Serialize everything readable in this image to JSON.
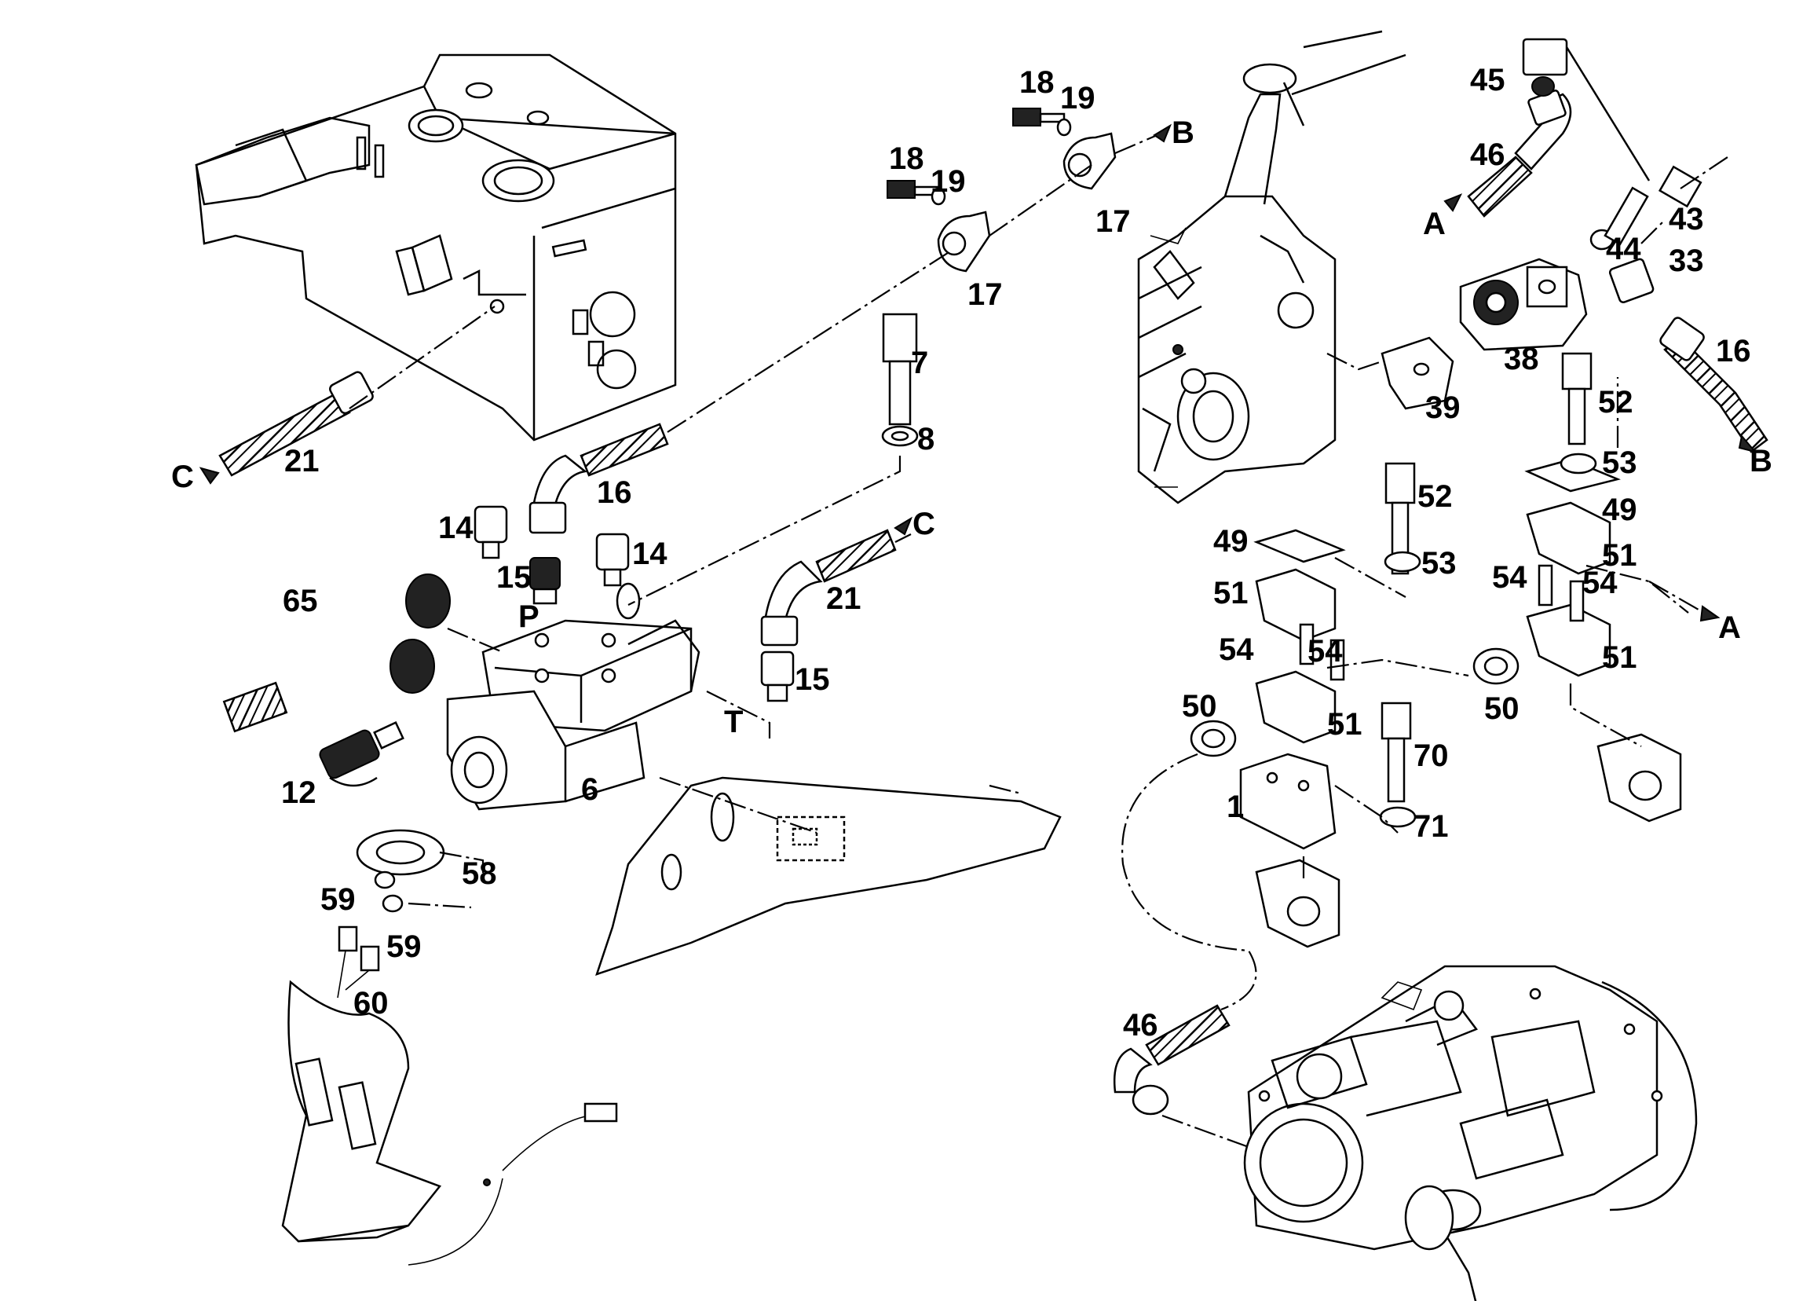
{
  "labels": {
    "p1": "1",
    "p6": "6",
    "p7": "7",
    "p8": "8",
    "p12": "12",
    "p14a": "14",
    "p14b": "14",
    "p15a": "15",
    "p15b": "15",
    "p16a": "16",
    "p16b": "16",
    "p17a": "17",
    "p17b": "17",
    "p18a": "18",
    "p18b": "18",
    "p19a": "19",
    "p19b": "19",
    "p21a": "21",
    "p21b": "21",
    "p33": "33",
    "p38": "38",
    "p39": "39",
    "p43": "43",
    "p44": "44",
    "p45": "45",
    "p46a": "46",
    "p46b": "46",
    "p49a": "49",
    "p49b": "49",
    "p50a": "50",
    "p50b": "50",
    "p51a": "51",
    "p51b": "51",
    "p51c": "51",
    "p51d": "51",
    "p52a": "52",
    "p52b": "52",
    "p53a": "53",
    "p53b": "53",
    "p54a": "54",
    "p54b": "54",
    "p54c": "54",
    "p54d": "54",
    "p58": "58",
    "p59a": "59",
    "p59b": "59",
    "p60": "60",
    "p65": "65",
    "p70": "70",
    "p71": "71",
    "port_p": "P",
    "port_t": "T"
  },
  "connection_markers": {
    "a_in": "A",
    "a_out": "A",
    "b_in": "B",
    "b_out": "B",
    "c_in": "C",
    "c_out": "C"
  }
}
